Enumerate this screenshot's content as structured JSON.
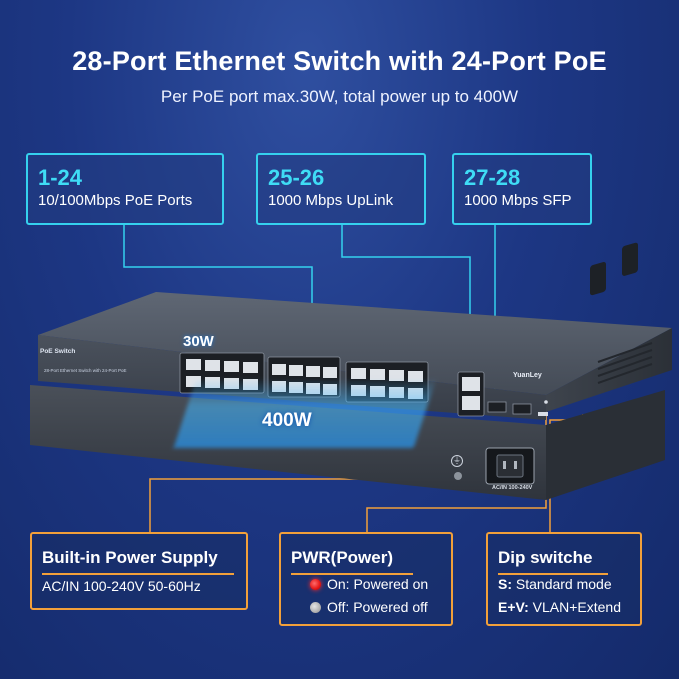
{
  "headline": "28-Port Ethernet Switch with 24-Port PoE",
  "subheadline": "Per PoE port max.30W, total power up to 400W",
  "callouts": [
    {
      "number": "1-24",
      "description": "10/100Mbps PoE Ports"
    },
    {
      "number": "25-26",
      "description": "1000 Mbps UpLink"
    },
    {
      "number": "27-28",
      "description": "1000 Mbps SFP"
    }
  ],
  "device": {
    "per_port_power": "30W",
    "total_power": "400W",
    "brand_label": "PoE Switch",
    "model_text": "28-Port Ethernet Switch with 24-Port PoE",
    "logo": "YuanLey",
    "power_input_label": "AC/IN 100-240V"
  },
  "power_supply": {
    "title": "Built-in Power Supply",
    "spec": "AC/IN 100-240V 50-60Hz"
  },
  "pwr_led": {
    "title": "PWR(Power)",
    "on_text": "On: Powered on",
    "off_text": "Off: Powered off",
    "on_color": "#e51616",
    "off_color": "#a8a8a8"
  },
  "dip_switch": {
    "title": "Dip switche",
    "modes": [
      {
        "key": "S:",
        "text": "Standard mode"
      },
      {
        "key": "E+V:",
        "text": "VLAN+Extend"
      }
    ]
  },
  "colors": {
    "background": "#1d3784",
    "callout_accent": "#35d1ee",
    "info_accent": "#f2a03a"
  }
}
